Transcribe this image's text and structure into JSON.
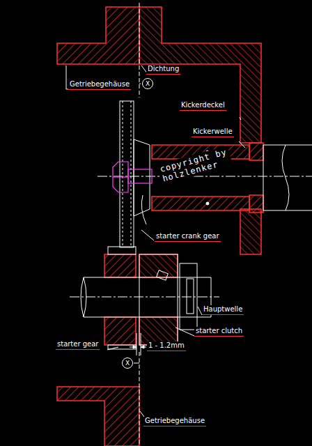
{
  "diagram": {
    "nodes": [
      {
        "text": [
          "X"
        ]
      },
      {
        "text": [
          "X"
        ]
      }
    ],
    "labels": [
      "Getriebegehäuse",
      "Dichtung",
      "Kickerdeckel",
      "Kickerwelle",
      "copyright by holzlenker",
      "starter crank gear",
      "Hauptwelle",
      "starter clutch",
      "1 - 1.2mm",
      "starter gear",
      "Getriebegehäuse"
    ]
  }
}
